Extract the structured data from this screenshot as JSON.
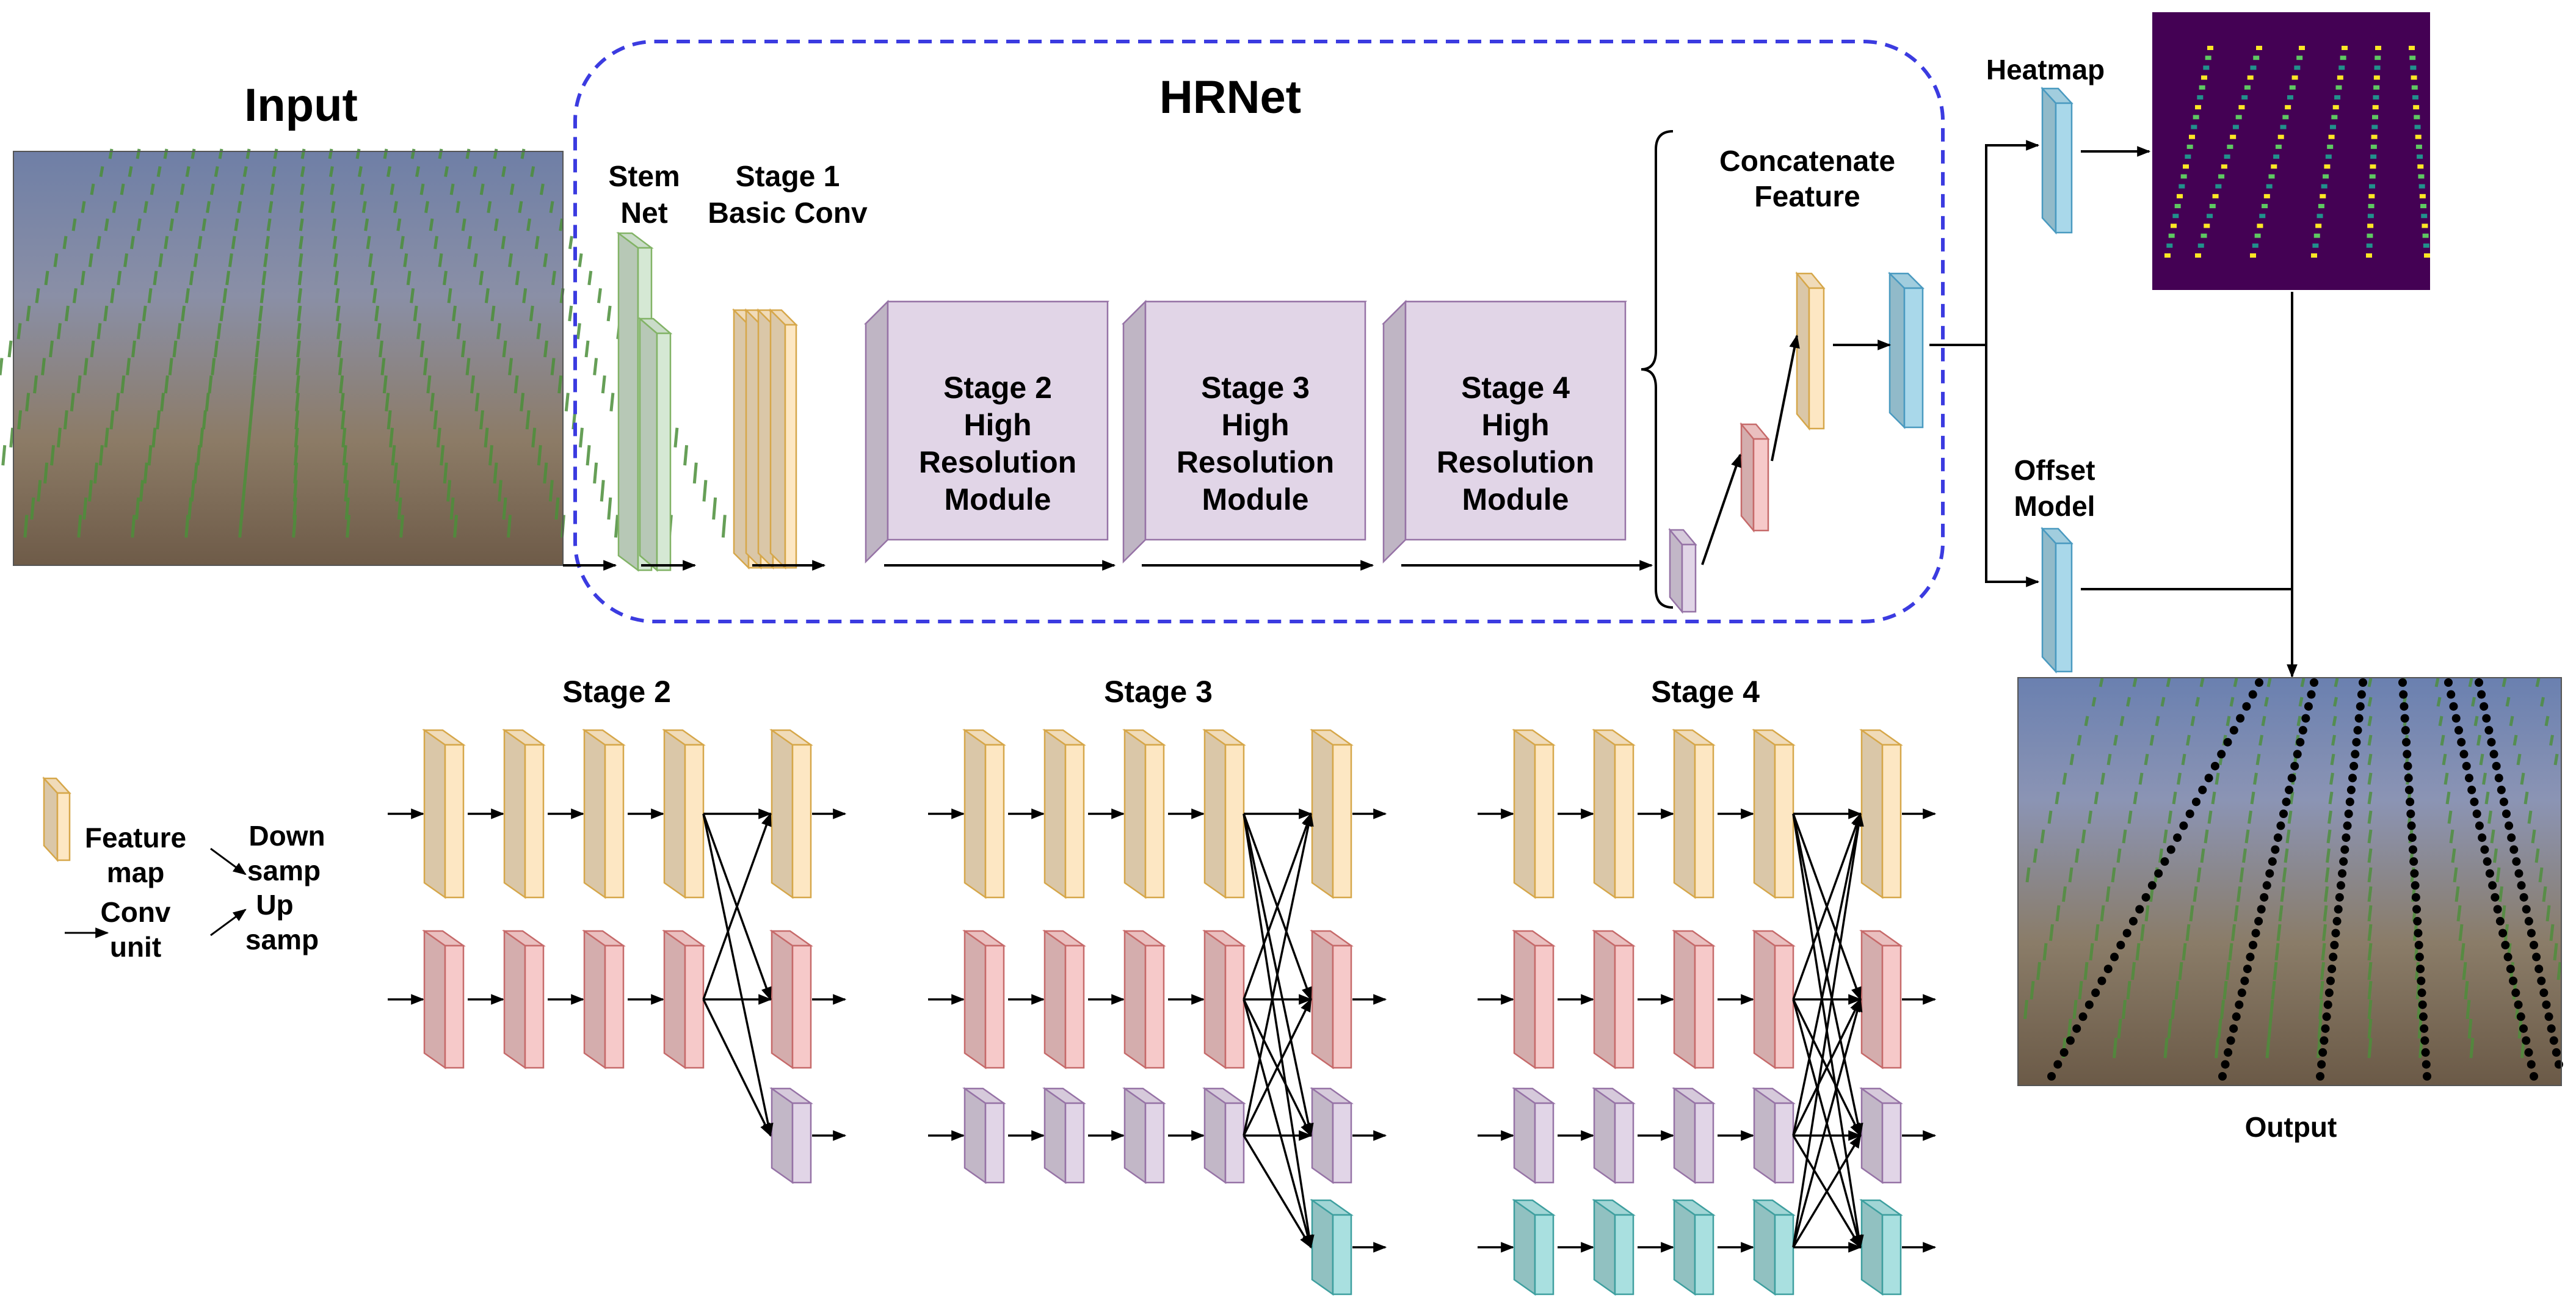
{
  "labels": {
    "input": "Input",
    "hrnet": "HRNet",
    "stem_line1": "Stem",
    "stem_line2": "Net",
    "stage1_line1": "Stage 1",
    "stage1_line2": "Basic Conv",
    "module_line1": [
      "Stage 2",
      "Stage 3",
      "Stage 4"
    ],
    "module_line2": "High",
    "module_line3": "Resolution",
    "module_line4": "Module",
    "concat_line1": "Concatenate",
    "concat_line2": "Feature",
    "heatmap": "Heatmap",
    "offset_line1": "Offset",
    "offset_line2": "Model",
    "output": "Output",
    "stage_titles": [
      "Stage 2",
      "Stage 3",
      "Stage 4"
    ]
  },
  "legend": {
    "feature_line1": "Feature",
    "feature_line2": "map",
    "conv_line1": "Conv",
    "conv_line2": "unit",
    "down_line1": "Down",
    "down_line2": "samp",
    "up_line1": "Up",
    "up_line2": "samp"
  },
  "colors": {
    "yellow_fill": "#fde7c3",
    "yellow_stroke": "#d6a74a",
    "pink_fill": "#f6c9c9",
    "pink_stroke": "#c66a6a",
    "purple_fill": "#e1d5e7",
    "purple_stroke": "#9673a6",
    "teal_fill": "#a9e0e0",
    "teal_stroke": "#3e9f9f",
    "green_fill": "#d5e8d4",
    "green_stroke": "#82b366",
    "blue_fill": "#a9d8ea",
    "blue_stroke": "#4a9ac0",
    "dashed_border": "#3b3be0",
    "heatmap_bg": "#440154"
  },
  "icons": {
    "input": "paddy-field-photo",
    "output": "paddy-field-with-detected-row-points",
    "heatmap": "row-heatmap-image"
  }
}
